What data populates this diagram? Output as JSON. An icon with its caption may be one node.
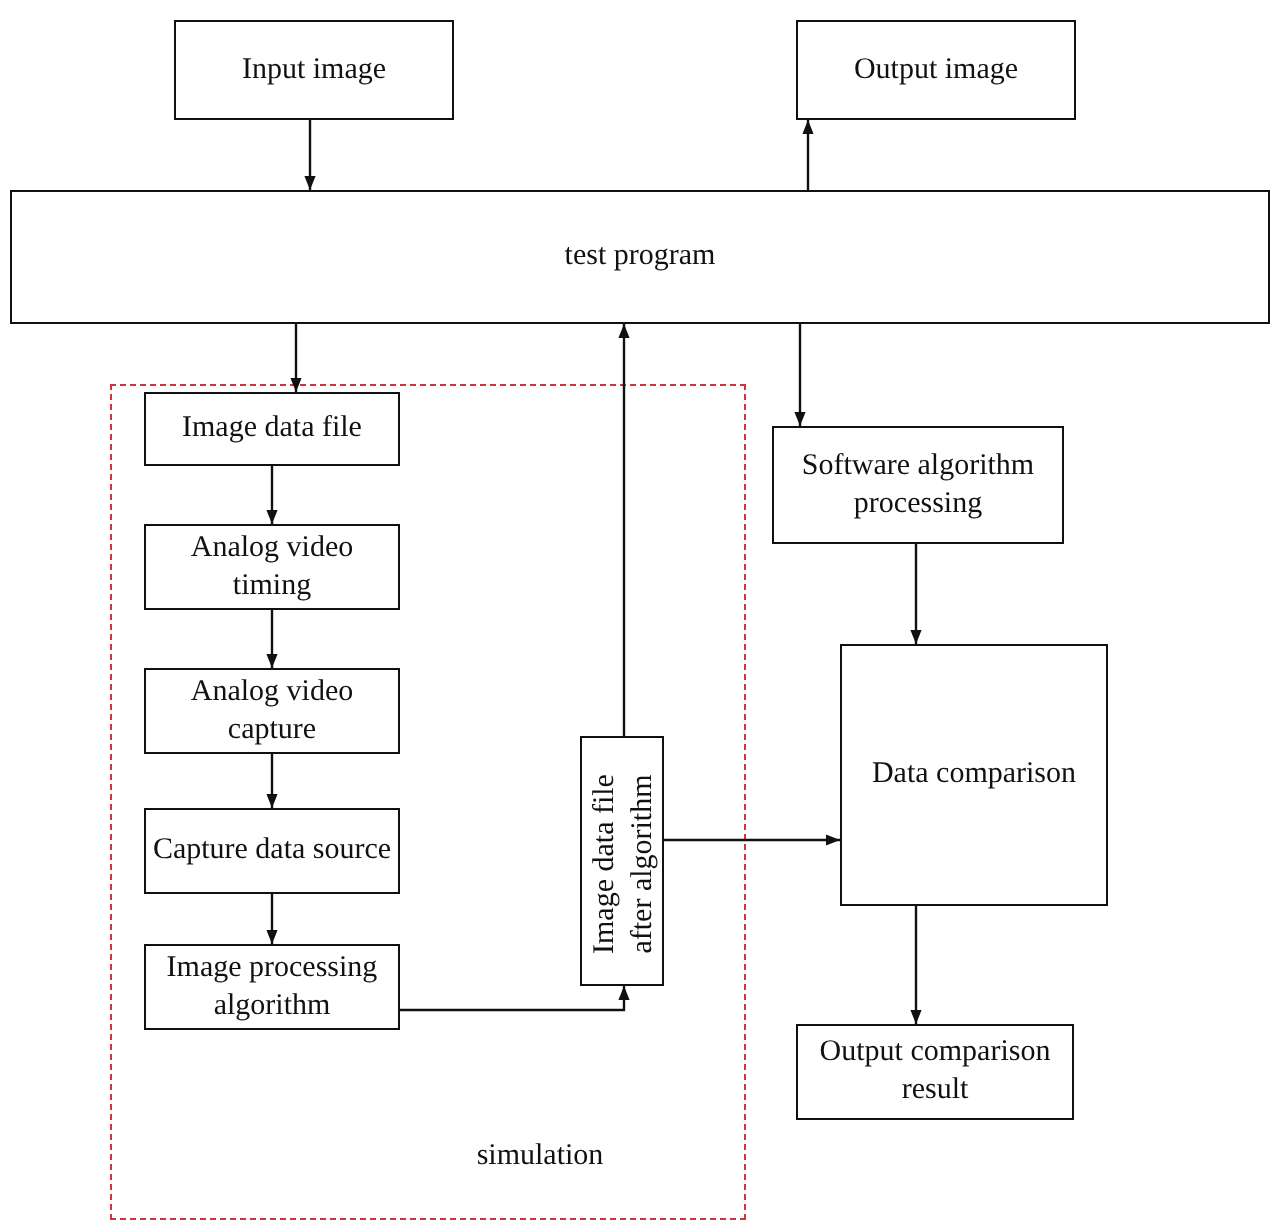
{
  "diagram": {
    "nodes": [
      {
        "text": [
          "Input image"
        ]
      },
      {
        "text": [
          "Output image"
        ]
      },
      {
        "text": [
          "test program"
        ]
      },
      {
        "text": [
          "simulation"
        ]
      },
      {
        "text": [
          "Image data file"
        ],
        "in": 3
      },
      {
        "text": [
          "Analog video timing"
        ],
        "in": 3
      },
      {
        "text": [
          "Analog video capture"
        ],
        "in": 3
      },
      {
        "text": [
          "Capture data source"
        ],
        "in": 3
      },
      {
        "text": [
          "Image processing algorithm"
        ],
        "in": 3
      },
      {
        "text": [
          "Image data file after algorithm"
        ],
        "in": 3
      },
      {
        "text": [
          "Software algorithm processing"
        ]
      },
      {
        "text": [
          "Data comparison"
        ]
      },
      {
        "text": [
          "Output comparison result"
        ]
      }
    ],
    "edges": [
      {
        "from": 0,
        "to": 2,
        "arrow": "to"
      },
      {
        "from": 2,
        "to": 1,
        "arrow": "to"
      },
      {
        "from": 2,
        "to": 4,
        "arrow": "to"
      },
      {
        "from": 4,
        "to": 5,
        "arrow": "to"
      },
      {
        "from": 5,
        "to": 6,
        "arrow": "to"
      },
      {
        "from": 6,
        "to": 7,
        "arrow": "to"
      },
      {
        "from": 7,
        "to": 8,
        "arrow": "to"
      },
      {
        "from": 8,
        "to": 9,
        "arrow": "to"
      },
      {
        "from": 9,
        "to": 2,
        "arrow": "to"
      },
      {
        "from": 9,
        "to": 11,
        "arrow": "to"
      },
      {
        "from": 2,
        "to": 10,
        "arrow": "to"
      },
      {
        "from": 10,
        "to": 11,
        "arrow": "to"
      },
      {
        "from": 11,
        "to": 12,
        "arrow": "to"
      }
    ]
  }
}
